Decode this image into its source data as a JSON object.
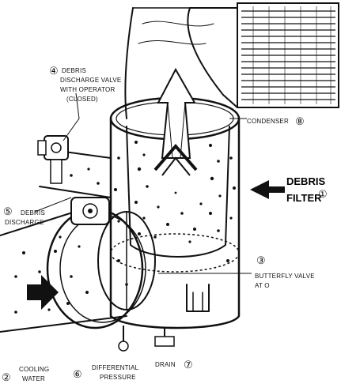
{
  "labels": {
    "debris_filter": {
      "line1": "DEBRIS",
      "line2": "FILTER",
      "number": "①"
    },
    "condenser": {
      "text": "CONDENSER",
      "number": "⑧"
    },
    "discharge_valve": {
      "number": "④",
      "line1": "DEBRIS",
      "line2": "DISCHARGE VALVE",
      "line3": "WITH OPERATOR",
      "line4": "(CLOSED)"
    },
    "debris_discharge": {
      "number": "⑤",
      "line1": "DEBRIS",
      "line2": "DISCHARGE"
    },
    "butterfly_valve": {
      "number": "③",
      "line1": "BUTTERFLY VALVE",
      "line2": "AT O"
    },
    "cooling_water": {
      "number": "②",
      "line1": "COOLING",
      "line2": "WATER"
    },
    "differential_pressure": {
      "number": "⑥",
      "line1": "DIFFERENTIAL",
      "line2": "PRESSURE"
    },
    "drain": {
      "text": "DRAIN",
      "number": "⑦"
    }
  }
}
